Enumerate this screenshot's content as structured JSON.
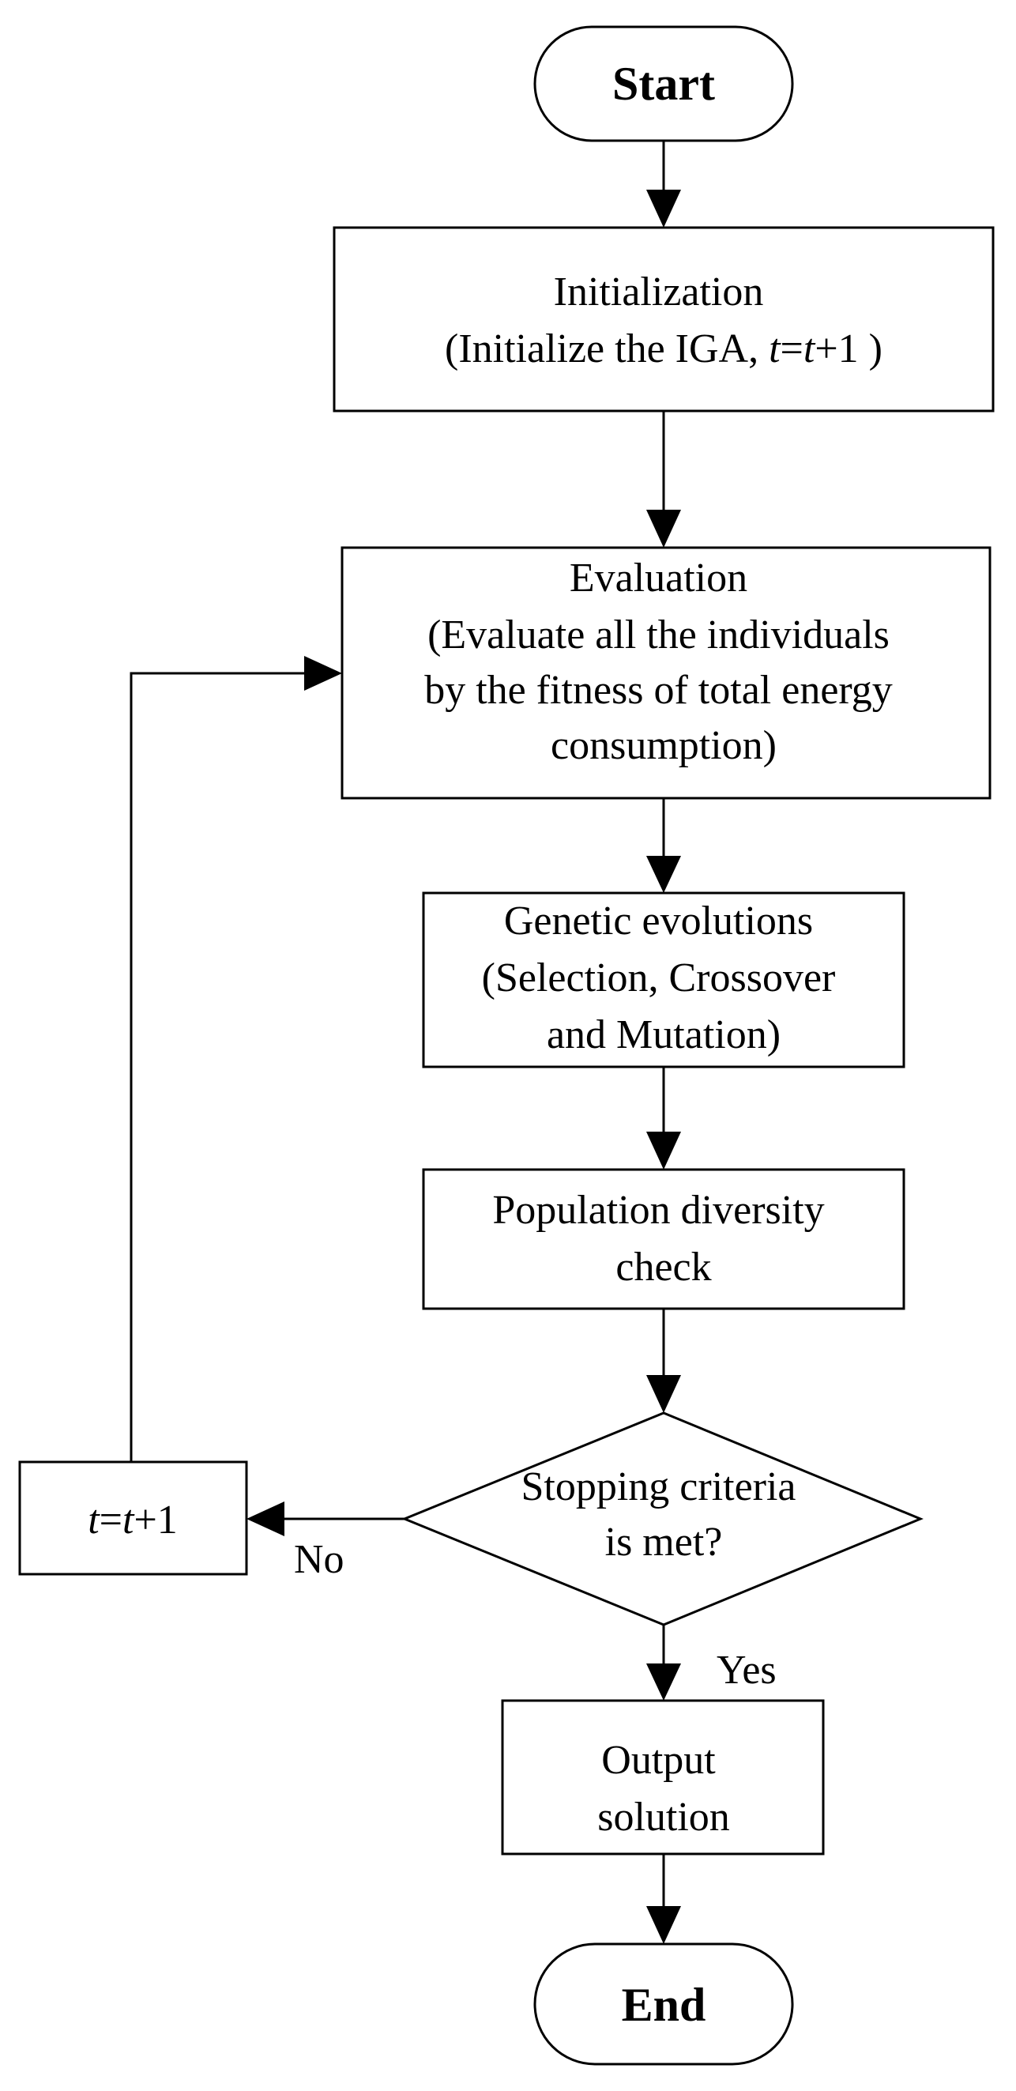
{
  "nodes": {
    "start": {
      "lines": [
        "Start"
      ]
    },
    "init": {
      "lines": [
        "Initialization",
        "(Initialize the IGA, t=t+1 )"
      ]
    },
    "eval": {
      "lines": [
        "Evaluation",
        "(Evaluate all the individuals",
        "by the fitness of total energy",
        "consumption)"
      ]
    },
    "genetic": {
      "lines": [
        "Genetic evolutions",
        "(Selection, Crossover",
        "and Mutation)"
      ]
    },
    "diversity": {
      "lines": [
        "Population diversity",
        "check"
      ]
    },
    "decision": {
      "lines": [
        "Stopping criteria",
        "is met?"
      ]
    },
    "increment": {
      "lines": [
        "t=t+1"
      ]
    },
    "output": {
      "lines": [
        "Output",
        "solution"
      ]
    },
    "end": {
      "lines": [
        "End"
      ]
    }
  },
  "edges": {
    "no_label": "No",
    "yes_label": "Yes"
  }
}
